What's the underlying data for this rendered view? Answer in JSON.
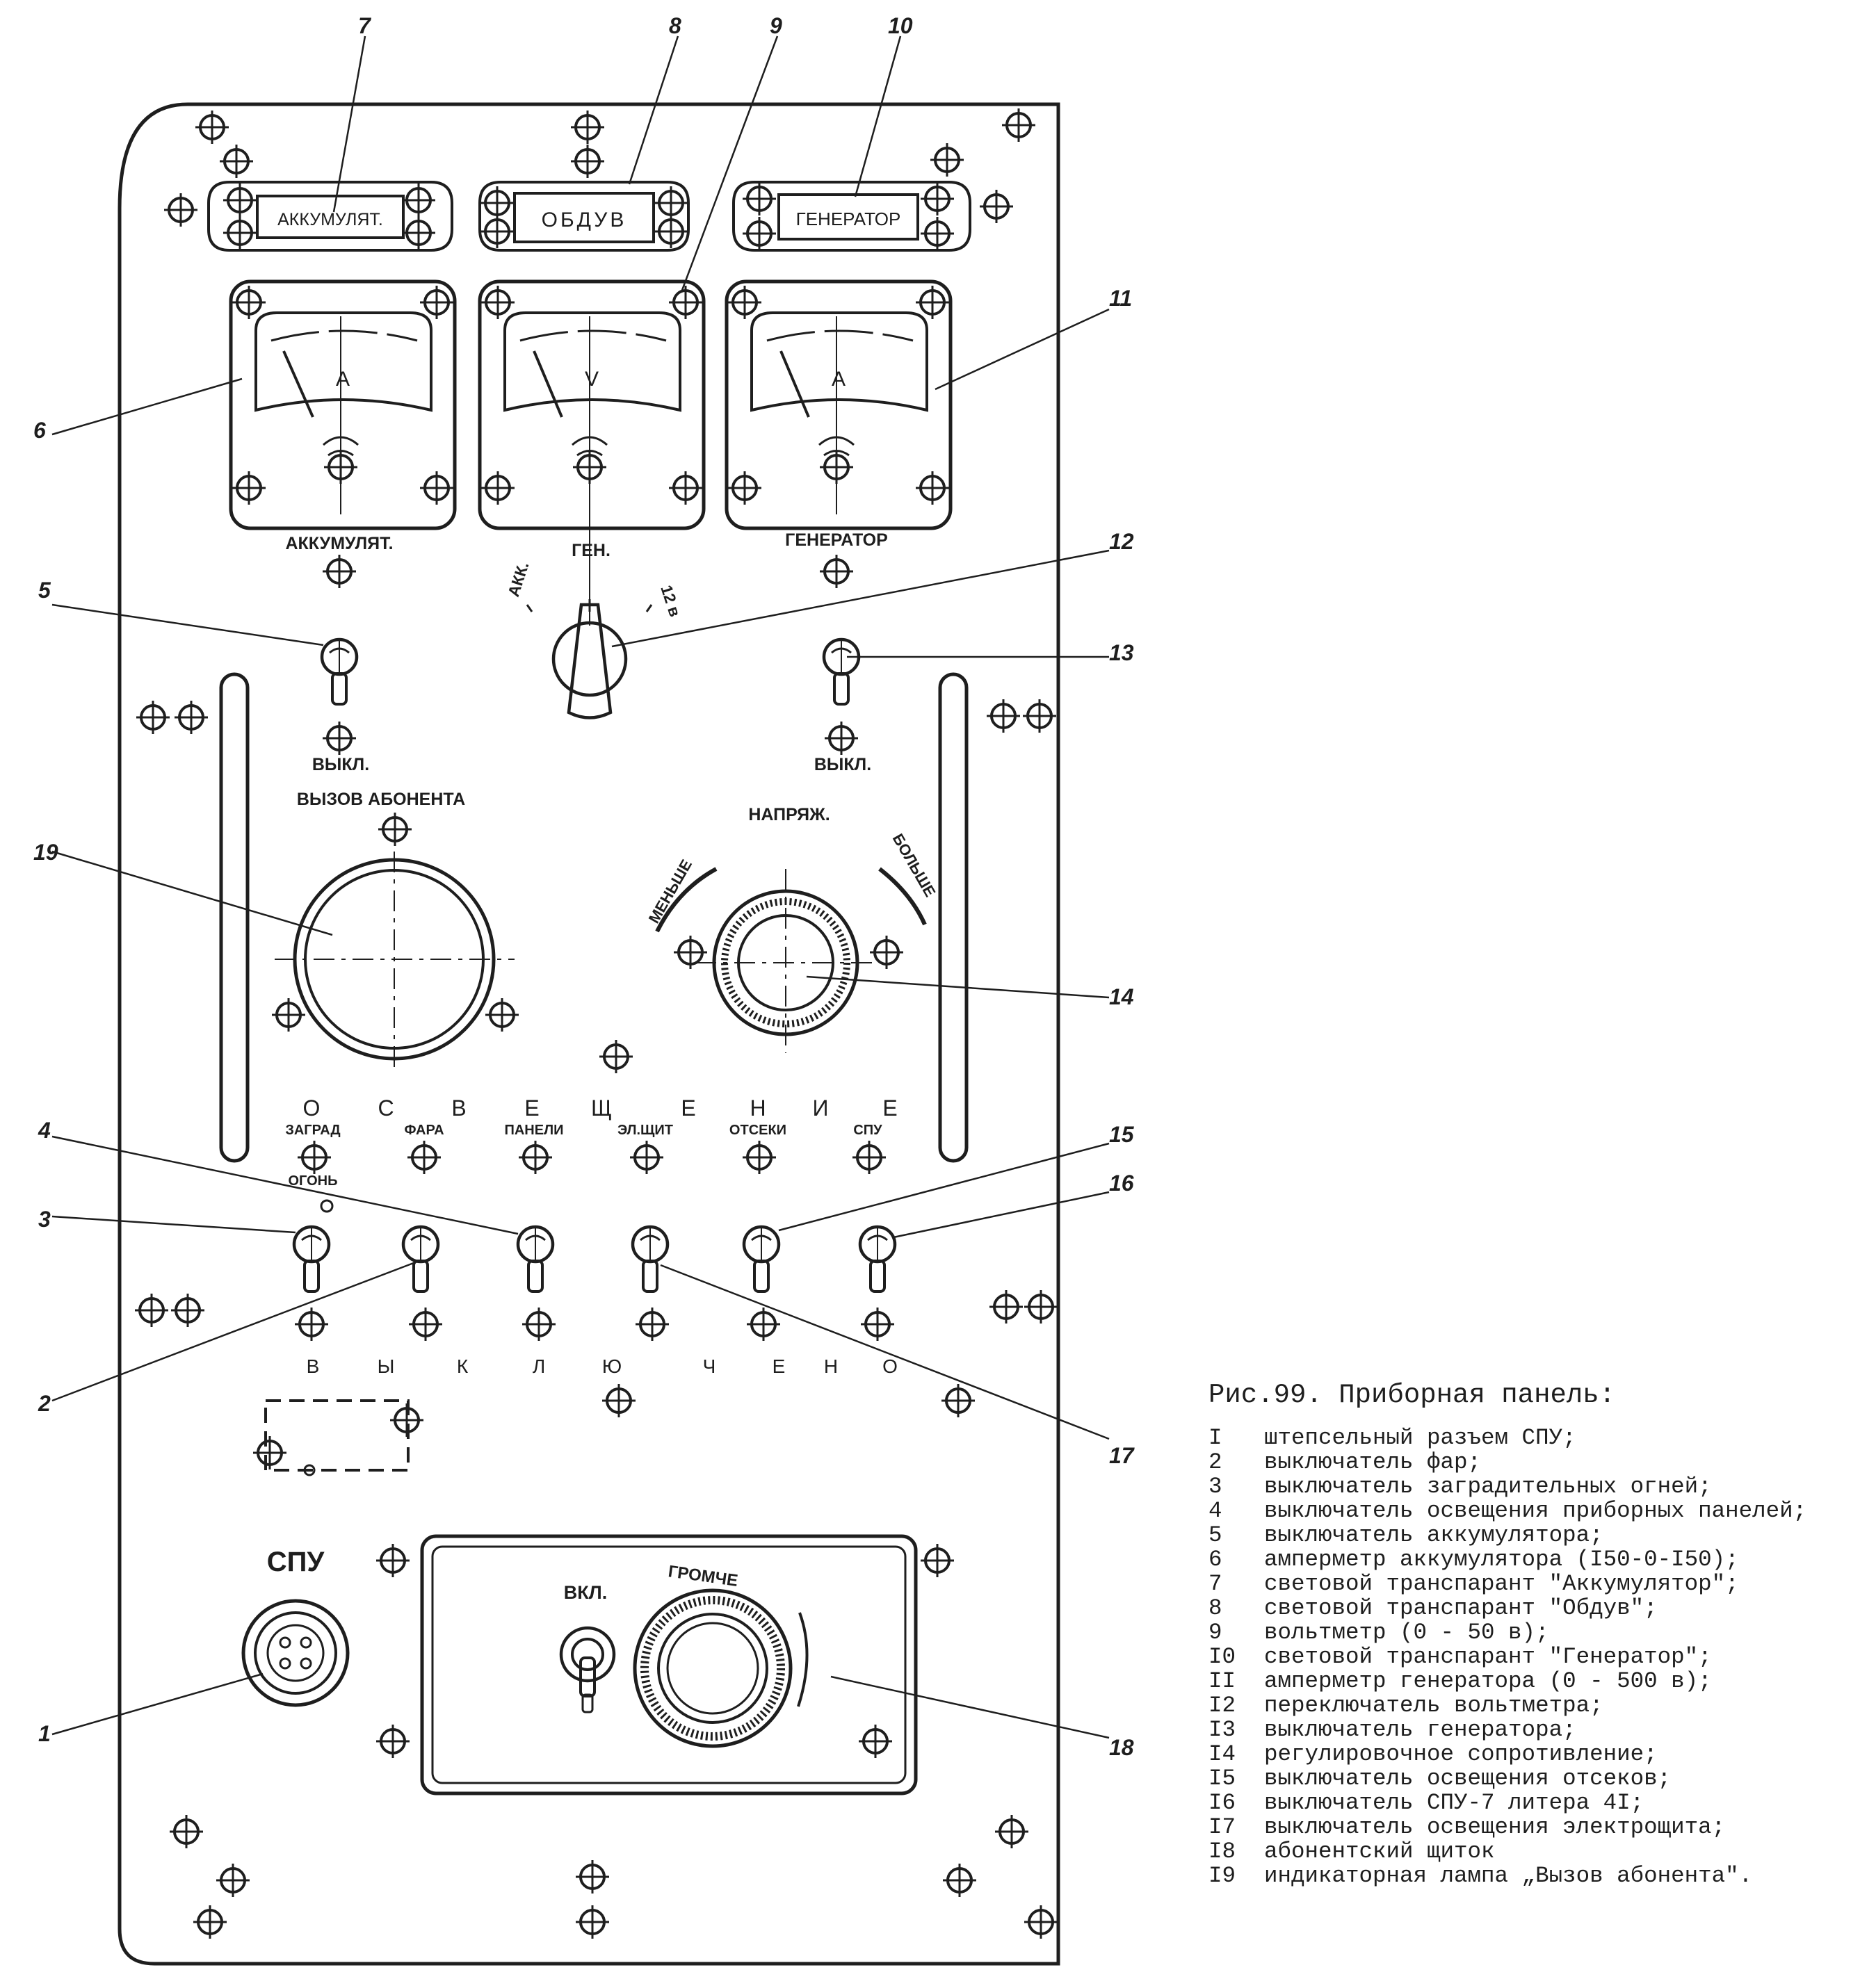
{
  "figure": {
    "caption": "Рис.99. Приборная панель:",
    "legend": [
      {
        "num": "I",
        "text": "штепсельный разъем СПУ;"
      },
      {
        "num": "2",
        "text": "выключатель фар;"
      },
      {
        "num": "3",
        "text": "выключатель заградительных огней;"
      },
      {
        "num": "4",
        "text": "выключатель освещения приборных панелей;"
      },
      {
        "num": "5",
        "text": "выключатель аккумулятора;"
      },
      {
        "num": "6",
        "text": "амперметр аккумулятора (I50-0-I50);"
      },
      {
        "num": "7",
        "text": "световой транспарант \"Аккумулятор\";"
      },
      {
        "num": "8",
        "text": "световой транспарант \"Обдув\";"
      },
      {
        "num": "9",
        "text": "вольтметр (0 - 50 в);"
      },
      {
        "num": "I0",
        "text": "световой транспарант \"Генератор\";"
      },
      {
        "num": "II",
        "text": "амперметр генератора (0 - 500 в);"
      },
      {
        "num": "I2",
        "text": "переключатель вольтметра;"
      },
      {
        "num": "I3",
        "text": "выключатель генератора;"
      },
      {
        "num": "I4",
        "text": "регулировочное сопротивление;"
      },
      {
        "num": "I5",
        "text": "выключатель освещения отсеков;"
      },
      {
        "num": "I6",
        "text": "выключатель СПУ-7 литера 4I;"
      },
      {
        "num": "I7",
        "text": "выключатель освещения электрощита;"
      },
      {
        "num": "I8",
        "text": "абонентский щиток"
      },
      {
        "num": "I9",
        "text": "индикаторная лампа „Вызов абонента\"."
      }
    ]
  },
  "panel": {
    "transparents": {
      "accum": "АККУМУЛЯТ.",
      "obduv": "ОБДУВ",
      "generator": "ГЕНЕРАТОР"
    },
    "meters": {
      "ammeter1_unit": "A",
      "voltmeter_unit": "V",
      "ammeter2_unit": "A"
    },
    "labels": {
      "accum": "АККУМУЛЯТ.",
      "gen": "ГЕН.",
      "generator": "ГЕНЕРАТОР",
      "akk": "АКК.",
      "v12": "12 в",
      "off_left": "ВЫКЛ.",
      "off_right": "ВЫКЛ.",
      "call": "ВЫЗОВ АБОНЕНТА",
      "voltage": "НАПРЯЖ.",
      "less": "МЕНЬШЕ",
      "more": "БОЛЬШЕ",
      "spu": "СПУ",
      "on": "ВКЛ.",
      "louder": "ГРОМЧЕ"
    },
    "lighting_title": [
      "О",
      "С",
      "В",
      "Е",
      "Щ",
      "Е",
      "Н",
      "И",
      "Е"
    ],
    "switch_labels": [
      "ЗАГРАД",
      "ФАРА",
      "ПАНЕЛИ",
      "ЭЛ.ЩИТ",
      "ОТСЕКИ",
      "СПУ"
    ],
    "switch_label_extra": "ОГОНЬ",
    "off_title": [
      "В",
      "Ы",
      "К",
      "Л",
      "Ю",
      "Ч",
      "Е",
      "Н",
      "О"
    ]
  },
  "callouts": [
    "1",
    "2",
    "3",
    "4",
    "5",
    "6",
    "7",
    "8",
    "9",
    "10",
    "11",
    "12",
    "13",
    "14",
    "15",
    "16",
    "17",
    "18",
    "19"
  ]
}
